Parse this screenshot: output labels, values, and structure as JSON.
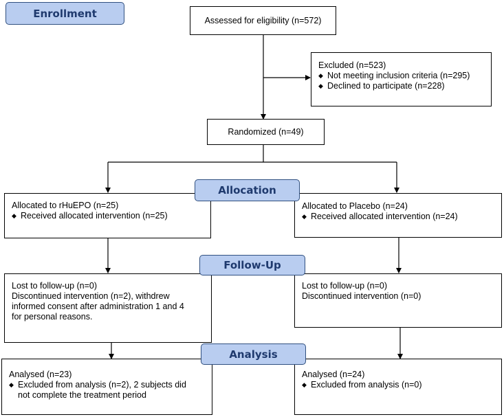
{
  "stages": {
    "enrollment": "Enrollment",
    "allocation": "Allocation",
    "follow_up": "Follow-Up",
    "analysis": "Analysis"
  },
  "assessed": "Assessed for eligibility (n=572)",
  "excluded": {
    "title": "Excluded  (n=523)",
    "items": [
      "Not meeting inclusion criteria (n=295)",
      "Declined to participate (n=228)"
    ]
  },
  "randomized": "Randomized (n=49)",
  "left": {
    "allocation": {
      "title": "Allocated to rHuEPO (n=25)",
      "items": [
        "Received allocated intervention (n=25)"
      ]
    },
    "followup": [
      "Lost to follow-up (n=0)",
      "Discontinued intervention (n=2), withdrew",
      "informed consent after administration 1 and 4",
      "for personal reasons."
    ],
    "analysis": {
      "title": "Analysed  (n=23)",
      "items": [
        "Excluded from analysis (n=2), 2 subjects did",
        "not complete the treatment period"
      ]
    }
  },
  "right": {
    "allocation": {
      "title": "Allocated to Placebo (n=24)",
      "items": [
        "Received allocated intervention (n=24)"
      ]
    },
    "followup": [
      "Lost to follow-up (n=0)",
      "Discontinued intervention (n=0)"
    ],
    "analysis": {
      "title": "Analysed  (n=24)",
      "items": [
        "Excluded from analysis (n=0)"
      ]
    }
  }
}
